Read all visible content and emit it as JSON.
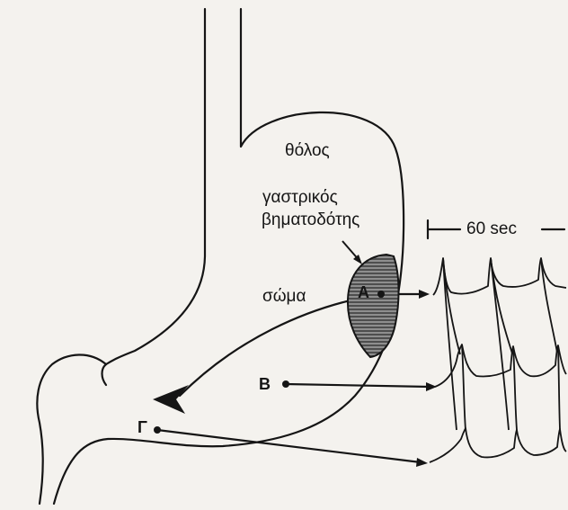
{
  "colors": {
    "background": "#f4f2ee",
    "ink": "#151515",
    "pacemaker_fill": "#5a5a5a"
  },
  "labels": {
    "fundus": "θόλος",
    "pacemaker_line1": "γαστρικός",
    "pacemaker_line2": "βηματοδότης",
    "body": "σώμα",
    "time_scale": "60 sec",
    "point_a": "Α",
    "point_b": "Β",
    "point_c": "Γ"
  },
  "recordings": [
    {
      "point": "Α",
      "waves_visible": 3
    },
    {
      "point": "Β",
      "waves_visible": 3
    },
    {
      "point": "Γ",
      "waves_visible": 3
    }
  ]
}
